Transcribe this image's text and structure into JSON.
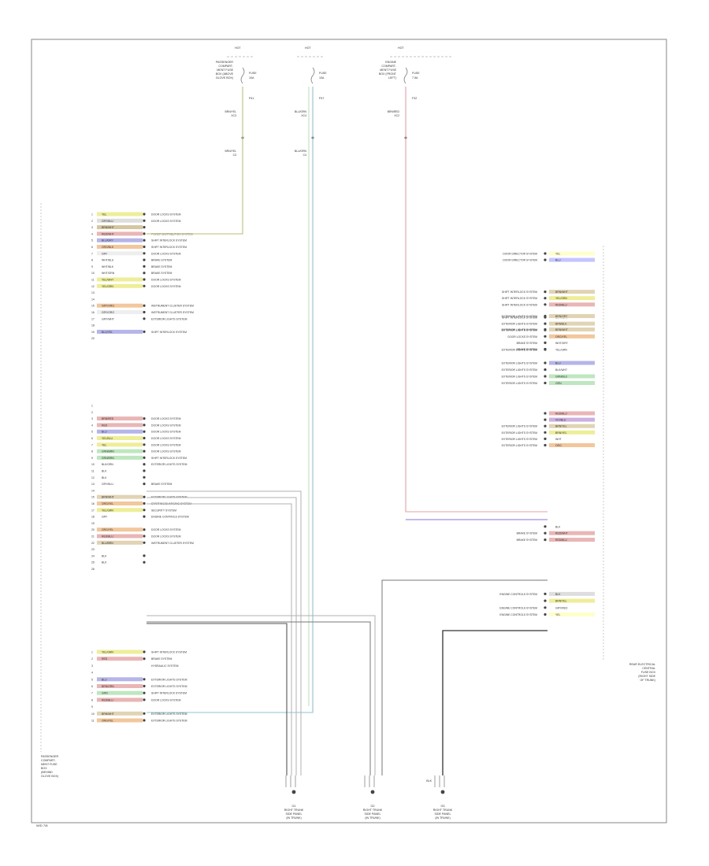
{
  "top_fuses": [
    {
      "bus": "HOT AT ALL TIMES",
      "labels": [
        "PASSENGER",
        "COMPART-",
        "MENT FUSE",
        "BOX (ABOVE",
        "GLOVE BOX)"
      ],
      "fuse": "FUSE",
      "amp": "10A",
      "node": "P41",
      "wire_color": "BRN/YEL",
      "wire_id": "XC3",
      "conn": "C3",
      "color": "#c9c98a"
    },
    {
      "bus": "HOT AT ALL TIMES",
      "labels": [],
      "fuse": "FUSE",
      "amp": "10A",
      "node": "P47",
      "wire_color": "BLU/GRN",
      "wire_id": "XC4",
      "conn": "C4",
      "color": "#8cc4ce"
    },
    {
      "bus": "HOT IN START/RUN WITH IGNITION CONTROL RELAY",
      "labels": [
        "ENGINE",
        "COMPART-",
        "MENT FUSE",
        "BOX (FRONT",
        "LEFT)"
      ],
      "fuse": "FUSE",
      "amp": "7.5A",
      "node": "F32",
      "wire_color": "BRN/RED",
      "wire_id": "XC2",
      "conn": "C2",
      "color": "#e7a0a0"
    }
  ],
  "left_module": {
    "label": [
      "PASSENGER",
      "COMPART-",
      "MENT FUSE",
      "BOX",
      "(BEHIND",
      "GLOVE BOX)"
    ],
    "pins": [
      {
        "n": "1",
        "color": "#eeee99",
        "label": "YEL",
        "desc": "DOOR LOCKS SYSTEM"
      },
      {
        "n": "2",
        "color": "#dedede",
        "label": "GRY/BLU",
        "desc": "DOOR LOCKS SYSTEM"
      },
      {
        "n": "3",
        "color": "#d4c7a0",
        "label": "BRN/WHT",
        "desc": ""
      },
      {
        "n": "4",
        "color": "#e9b5b5",
        "label": "RED/WHT",
        "desc": "POWER DISTRIBUTION SYSTEM"
      },
      {
        "n": "5",
        "color": "#b5b5ea",
        "label": "BLU/GRY",
        "desc": "SHIFT INTERLOCK SYSTEM"
      },
      {
        "n": "6",
        "color": "#f2c79c",
        "label": "ORG/BLK",
        "desc": "SHIFT INTERLOCK SYSTEM"
      },
      {
        "n": "7",
        "color": "#eeeeee",
        "label": "GRY",
        "desc": "DOOR LOCKS SYSTEM"
      },
      {
        "n": "8",
        "color": "#ffffff",
        "label": "WHT/BLU",
        "desc": "BRAKE SYSTEM"
      },
      {
        "n": "9",
        "color": "#ffffff",
        "label": "WHT/BLK",
        "desc": "BRAKE SYSTEM"
      },
      {
        "n": "10",
        "color": "#ffffff",
        "label": "WHT/GRN",
        "desc": "BRAKE SYSTEM"
      },
      {
        "n": "11",
        "color": "#eeee99",
        "label": "YEL/WHT",
        "desc": "DOOR LOCKS SYSTEM"
      },
      {
        "n": "12",
        "color": "#eeee99",
        "label": "YEL/GRN",
        "desc": "DOOR LOCKS SYSTEM"
      },
      {
        "n": "13",
        "color": "",
        "label": "",
        "desc": ""
      },
      {
        "n": "14",
        "color": "",
        "label": "",
        "desc": ""
      },
      {
        "n": "15",
        "color": "#f2c79c",
        "label": "GRY/ORG",
        "desc": "INSTRUMENT CLUSTER SYSTEM"
      },
      {
        "n": "16",
        "color": "#eeeeee",
        "label": "GRY/ORG",
        "desc": "INSTRUMENT CLUSTER SYSTEM"
      },
      {
        "n": "17",
        "color": "#ffffff",
        "label": "GRY/WHT",
        "desc": "EXTERIOR LIGHTS SYSTEM"
      },
      {
        "n": "18",
        "color": "",
        "label": "",
        "desc": ""
      },
      {
        "n": "19",
        "color": "#b5b5ea",
        "label": "BLU/YEL",
        "desc": "SHIFT INTERLOCK SYSTEM"
      },
      {
        "n": "20",
        "color": "",
        "label": "",
        "desc": ""
      }
    ],
    "pins2": [
      {
        "n": "1",
        "color": "",
        "label": "",
        "desc": ""
      },
      {
        "n": "2",
        "color": "",
        "label": "",
        "desc": ""
      },
      {
        "n": "3",
        "color": "#e9b5b5",
        "label": "BRN/RED",
        "desc": "DOOR LOCKS SYSTEM"
      },
      {
        "n": "4",
        "color": "#e9b5b5",
        "label": "RED",
        "desc": "DOOR LOCKS SYSTEM"
      },
      {
        "n": "5",
        "color": "#b5b5ea",
        "label": "BLU",
        "desc": "DOOR LOCKS SYSTEM"
      },
      {
        "n": "6",
        "color": "#eeee99",
        "label": "YEL/BLU",
        "desc": "DOOR LOCKS SYSTEM"
      },
      {
        "n": "7",
        "color": "#eeee99",
        "label": "YEL",
        "desc": "DOOR LOCKS SYSTEM"
      },
      {
        "n": "8",
        "color": "#bfe7bf",
        "label": "GRN/BRN",
        "desc": "DOOR LOCKS SYSTEM"
      },
      {
        "n": "9",
        "color": "#bfe7bf",
        "label": "GRN/BRN",
        "desc": "SHIFT INTERLOCK SYSTEM"
      },
      {
        "n": "10",
        "color": "#ffffff",
        "label": "BLK/GRN",
        "desc": "EXTERIOR LIGHTS SYSTEM"
      },
      {
        "n": "11",
        "color": "",
        "label": "BLK",
        "desc": ""
      },
      {
        "n": "12",
        "color": "",
        "label": "BLK",
        "desc": ""
      },
      {
        "n": "13",
        "color": "",
        "label": "GRY/BLU",
        "desc": "BRAKE SYSTEM"
      },
      {
        "n": "14",
        "color": "",
        "label": "",
        "desc": ""
      },
      {
        "n": "15",
        "color": "#e0d4b4",
        "label": "BRN/WHT",
        "desc": "EXTERIOR LIGHTS SYSTEM"
      },
      {
        "n": "16",
        "color": "#f2c79c",
        "label": "ORG/YEL",
        "desc": "STARTING/CHARGING SYSTEM"
      },
      {
        "n": "17",
        "color": "#eeee99",
        "label": "YEL/GRN",
        "desc": "SECURITY SYSTEM"
      },
      {
        "n": "18",
        "color": "#ffffff",
        "label": "GRY",
        "desc": "ENGINE CONTROLS SYSTEM"
      },
      {
        "n": "19",
        "color": "",
        "label": "",
        "desc": ""
      },
      {
        "n": "20",
        "color": "#f2c79c",
        "label": "ORG/YEL",
        "desc": "DOOR LOCKS SYSTEM"
      },
      {
        "n": "21",
        "color": "#e9b5b5",
        "label": "RED/BLU",
        "desc": "DOOR LOCKS SYSTEM"
      },
      {
        "n": "22",
        "color": "#e0d4b4",
        "label": "BLU/BRN",
        "desc": "INSTRUMENT CLUSTER SYSTEM"
      },
      {
        "n": "23",
        "color": "",
        "label": "",
        "desc": ""
      },
      {
        "n": "24",
        "color": "",
        "label": "BLK",
        "desc": ""
      },
      {
        "n": "25",
        "color": "",
        "label": "BLK",
        "desc": ""
      },
      {
        "n": "26",
        "color": "",
        "label": "",
        "desc": ""
      }
    ],
    "pins3": [
      {
        "n": "1",
        "color": "#eeee99",
        "label": "YEL/GRN",
        "desc": "SHIFT INTERLOCK SYSTEM"
      },
      {
        "n": "2",
        "color": "#e9b5b5",
        "label": "RED",
        "desc": "BRAKE SYSTEM"
      },
      {
        "n": "3",
        "color": "",
        "label": "",
        "desc": "HYDRAULIC SYSTEM"
      },
      {
        "n": "4",
        "color": "",
        "label": "",
        "desc": ""
      },
      {
        "n": "5",
        "color": "#b5b5ea",
        "label": "BLU",
        "desc": "EXTERIOR LIGHTS SYSTEM"
      },
      {
        "n": "6",
        "color": "#e9b5b5",
        "label": "BRN/GRN",
        "desc": "EXTERIOR LIGHTS SYSTEM"
      },
      {
        "n": "7",
        "color": "#bfe7bf",
        "label": "GRN",
        "desc": "SHIFT INTERLOCK SYSTEM"
      },
      {
        "n": "8",
        "color": "#e9b5b5",
        "label": "RED/BLU",
        "desc": "DOOR LOCKS SYSTEM"
      },
      {
        "n": "9",
        "color": "",
        "label": "",
        "desc": ""
      },
      {
        "n": "10",
        "color": "#e0d4b4",
        "label": "BRN/WHT",
        "desc": "EXTERIOR LIGHTS SYSTEM"
      },
      {
        "n": "11",
        "color": "#f2c79c",
        "label": "ORG/YEL",
        "desc": "EXTERIOR LIGHTS SYSTEM"
      }
    ]
  },
  "right_module": {
    "label": [
      "REAR ELECTRICAL",
      "CENTRAL",
      "FUSE BOX",
      "(RIGHT SIDE",
      "OF TRUNK)"
    ],
    "groups": [
      [
        {
          "color": "#ffffcc",
          "label": "YEL",
          "desc": "DOOR DIRECTOR SYSTEM"
        },
        {
          "color": "#c4c4ff",
          "label": "BLU",
          "desc": "DOOR DIRECTOR SYSTEM"
        },
        {
          "color": "",
          "label": "",
          "desc": ""
        },
        {
          "color": "",
          "label": "",
          "desc": ""
        },
        {
          "color": "",
          "label": "",
          "desc": ""
        },
        {
          "color": "",
          "label": "",
          "desc": ""
        },
        {
          "color": "#e0d4b4",
          "label": "BRN/WHT",
          "desc": "SHIFT INTERLOCK SYSTEM"
        },
        {
          "color": "#eeee99",
          "label": "YEL/GRN",
          "desc": "SHIFT INTERLOCK SYSTEM"
        },
        {
          "color": "#e9b5b5",
          "label": "RED/BLU",
          "desc": "SHIFT INTERLOCK SYSTEM"
        },
        {
          "color": "",
          "label": "",
          "desc": ""
        },
        {
          "color": "#ffffff",
          "label": "GRY/WHT",
          "desc": "SHIFT INTERLOCK SYSTEM"
        },
        {
          "color": "#e0d4b4",
          "label": "BRN/BLK",
          "desc": "EXTERIOR LIGHTS SYSTEM"
        },
        {
          "color": "#ffffff",
          "label": "WHT/GRN",
          "desc": "EXTERIOR LIGHTS SYSTEM"
        },
        {
          "color": "#f2c79c",
          "label": "ORG/YEL",
          "desc": "DOOR LOCKS SYSTEM"
        },
        {
          "color": "#ffffff",
          "label": "WHT/GRY",
          "desc": "BRAKE SYSTEM"
        },
        {
          "color": "#ffffff",
          "label": "WHT/BLK",
          "desc": "BRAKE SYSTEM"
        }
      ],
      [
        {
          "color": "",
          "label": "",
          "desc": ""
        },
        {
          "color": "#e0d4b4",
          "label": "BRN/GRY",
          "desc": "EXTERIOR LIGHTS SYSTEM"
        },
        {
          "color": "",
          "label": "",
          "desc": ""
        },
        {
          "color": "#e0d4b4",
          "label": "BRN/WHT",
          "desc": "EXTERIOR LIGHTS SYSTEM"
        },
        {
          "color": "",
          "label": "",
          "desc": ""
        },
        {
          "color": "",
          "label": "",
          "desc": ""
        },
        {
          "color": "#ffffff",
          "label": "YEL/GRN",
          "desc": "EXTERIOR LIGHTS SYSTEM"
        },
        {
          "color": "",
          "label": "",
          "desc": ""
        },
        {
          "color": "#b5b5ea",
          "label": "BLU",
          "desc": "EXTERIOR LIGHTS SYSTEM"
        },
        {
          "color": "#ffffff",
          "label": "BLK/WHT",
          "desc": "EXTERIOR LIGHTS SYSTEM"
        },
        {
          "color": "#bfe7bf",
          "label": "GRN/BLU",
          "desc": "EXTERIOR LIGHTS SYSTEM"
        },
        {
          "color": "#bfe7bf",
          "label": "GRN",
          "desc": "EXTERIOR LIGHTS SYSTEM"
        }
      ],
      [
        {
          "color": "#e9b5b5",
          "label": "RED/BLU",
          "desc": ""
        },
        {
          "color": "#ccb0e0",
          "label": "VIO/BLU",
          "desc": ""
        },
        {
          "color": "#e0d4b4",
          "label": "BRN/YEL",
          "desc": "EXTERIOR LIGHTS SYSTEM"
        },
        {
          "color": "#eeee99",
          "label": "BRN/YEL",
          "desc": "EXTERIOR LIGHTS SYSTEM"
        },
        {
          "color": "#ffffff",
          "label": "WHT",
          "desc": "EXTERIOR LIGHTS SYSTEM"
        },
        {
          "color": "#f2c79c",
          "label": "ORG",
          "desc": "EXTERIOR LIGHTS SYSTEM"
        }
      ],
      [
        {
          "color": "",
          "label": "",
          "desc": ""
        },
        {
          "color": "",
          "label": "",
          "desc": ""
        },
        {
          "color": "",
          "label": "BLK",
          "desc": ""
        },
        {
          "color": "#e9b5b5",
          "label": "RED/WHT",
          "desc": "BRAKE SYSTEM"
        },
        {
          "color": "#e9b5b5",
          "label": "RED/BLU",
          "desc": "BRAKE SYSTEM"
        }
      ],
      [
        {
          "color": "",
          "label": "",
          "desc": ""
        },
        {
          "color": "",
          "label": "",
          "desc": ""
        },
        {
          "color": "#dedede",
          "label": "BLK",
          "desc": "ENGINE CONTROLS SYSTEM"
        },
        {
          "color": "#eeee99",
          "label": "BRN/YEL",
          "desc": ""
        },
        {
          "color": "#ffffff",
          "label": "GRY/RED",
          "desc": "ENGINE CONTROLS SYSTEM"
        },
        {
          "color": "#ffffcc",
          "label": "YEL",
          "desc": "ENGINE CONTROLS SYSTEM"
        }
      ]
    ]
  },
  "grounds": [
    {
      "id": "G1",
      "label": [
        "RIGHT TRUNK",
        "SIDE PANEL",
        "(IN TRUNK)"
      ]
    },
    {
      "id": "G2",
      "label": [
        "RIGHT TRUNK",
        "SIDE PANEL",
        "(IN TRUNK)"
      ]
    },
    {
      "id": "G3",
      "label": [
        "RIGHT TRUNK",
        "SIDE PANEL",
        "(IN TRUNK)"
      ]
    }
  ],
  "ground_wire_label": "BLK",
  "footer_code": "W/D 7/8"
}
